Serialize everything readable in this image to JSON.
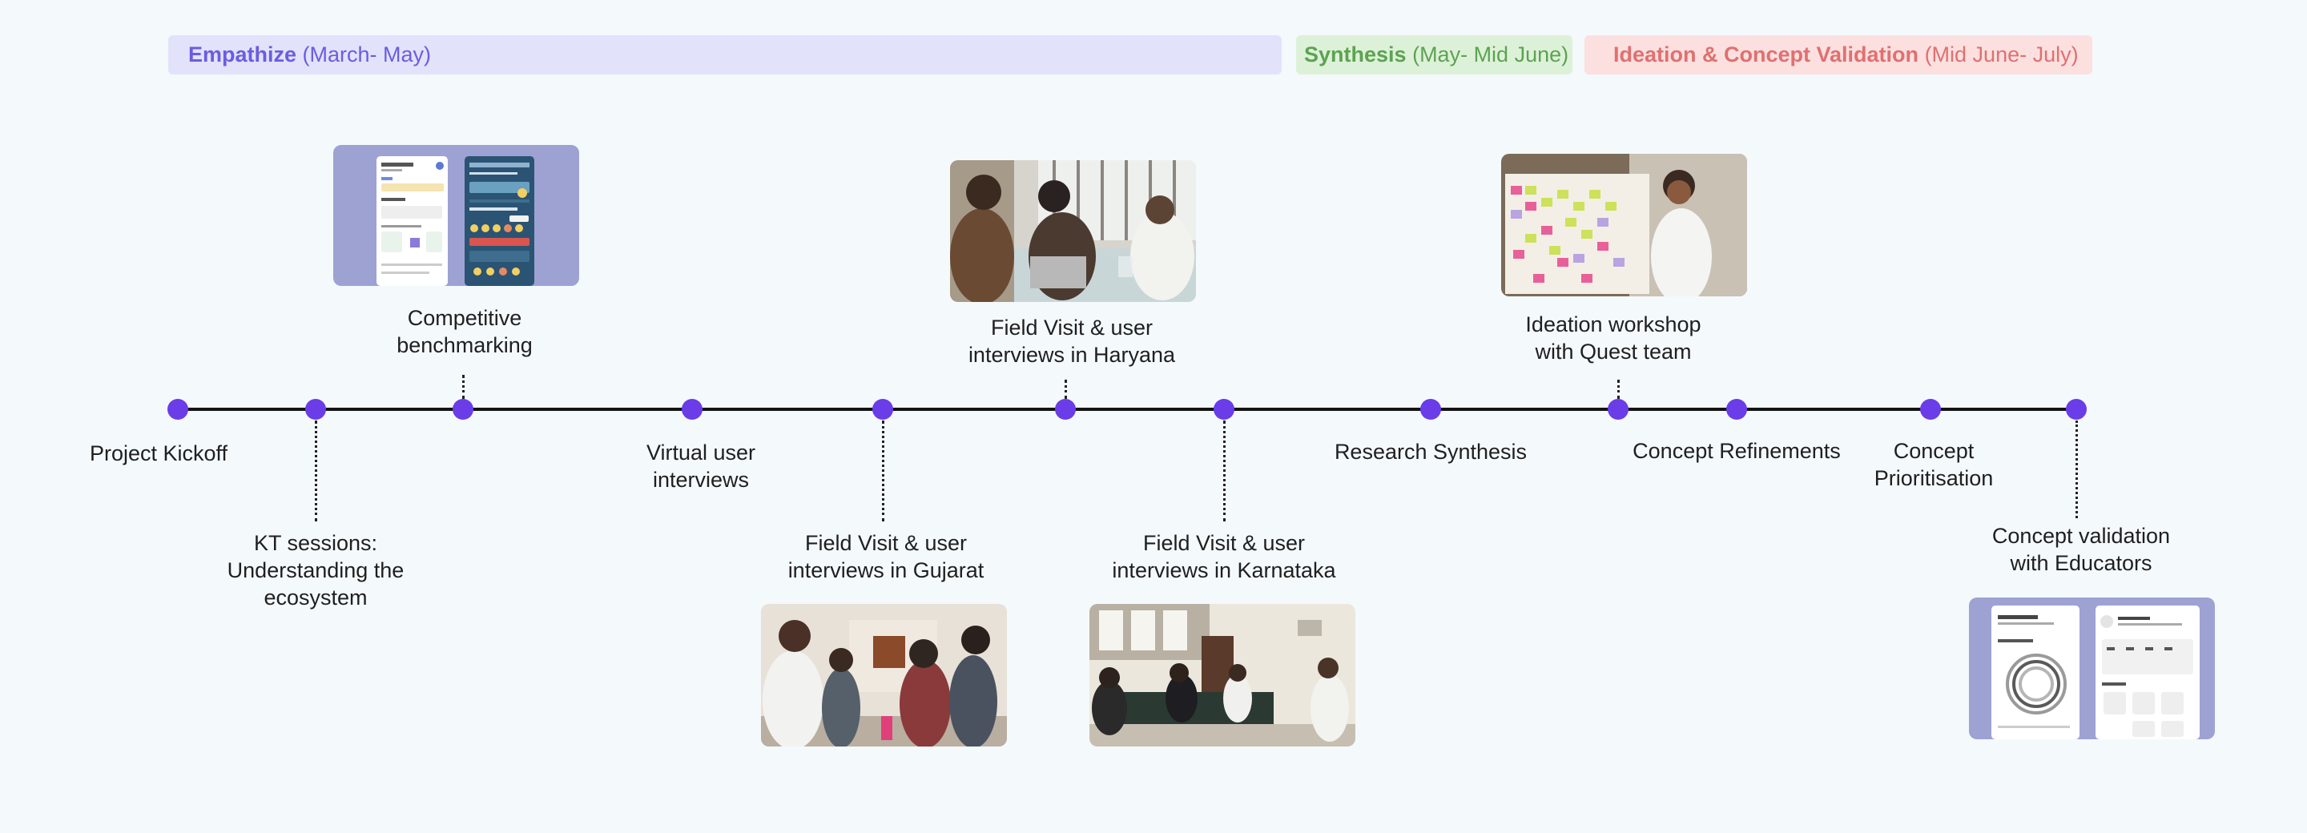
{
  "phases": {
    "empathize": {
      "name": "Empathize",
      "range": "(March- May)"
    },
    "synthesis": {
      "name": "Synthesis",
      "range": "(May- Mid June)"
    },
    "ideation": {
      "name": "Ideation & Concept Validation",
      "range": "(Mid June- July)"
    }
  },
  "milestones": {
    "kickoff": "Project Kickoff",
    "kt_sessions": "KT sessions: Understanding the ecosystem",
    "competitive": "Competitive benchmarking",
    "virtual": "Virtual user interviews",
    "gujarat": "Field Visit & user interviews in Gujarat",
    "haryana": "Field Visit & user interviews in Haryana",
    "karnataka": "Field Visit & user interviews in Karnataka",
    "synthesis": "Research Synthesis",
    "ideation_workshop": "Ideation workshop with Quest team",
    "refinements": "Concept Refinements",
    "prioritisation": "Concept Prioritisation",
    "validation": "Concept validation with Educators"
  },
  "colors": {
    "node": "#6a3de8",
    "empathize_bg": "#e2e2fb",
    "empathize_text": "#6a5de0",
    "synthesis_bg": "#ddf1d8",
    "synthesis_text": "#5ca352",
    "ideation_bg": "#fbe0df",
    "ideation_text": "#e07070"
  },
  "images": {
    "competitive": "app-screens-thumbnail",
    "haryana": "field-visit-photo",
    "gujarat": "field-visit-photo",
    "karnataka": "field-visit-photo",
    "workshop": "workshop-photo",
    "validation": "app-screens-thumbnail"
  }
}
